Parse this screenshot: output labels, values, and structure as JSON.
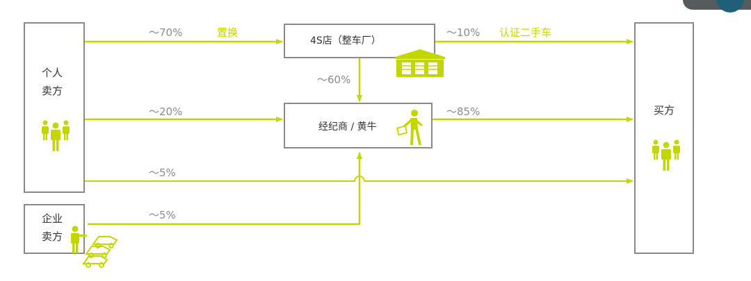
{
  "colors": {
    "flow": "#c4d600",
    "box_border": "#8a8a8a",
    "percent_text": "#8c8c8c",
    "label_text": "#333333"
  },
  "nodes": {
    "individual_seller": {
      "line1": "个人",
      "line2": "卖方",
      "icon": "people-group-icon"
    },
    "enterprise_seller": {
      "line1": "企业",
      "line2": "卖方",
      "icon": "person-with-cars-icon"
    },
    "dealer_4s": {
      "label": "4S店（整车厂）",
      "icon": "warehouse-icon"
    },
    "broker": {
      "label": "经纪商 / 黄牛",
      "icon": "walking-person-with-briefcase-icon"
    },
    "buyer": {
      "label": "买方",
      "icon": "people-group-icon"
    }
  },
  "flows": {
    "seller_to_4s": {
      "percent": "～70%",
      "tag": "置换"
    },
    "seller_to_broker": {
      "percent": "～20%"
    },
    "seller_to_buyer": {
      "percent": "～5%"
    },
    "enterprise_to_broker": {
      "percent": "～5%"
    },
    "dealer_to_broker": {
      "percent": "～60%"
    },
    "dealer_to_buyer": {
      "percent": "～10%",
      "tag": "认证二手车"
    },
    "broker_to_buyer": {
      "percent": "～85%"
    }
  }
}
